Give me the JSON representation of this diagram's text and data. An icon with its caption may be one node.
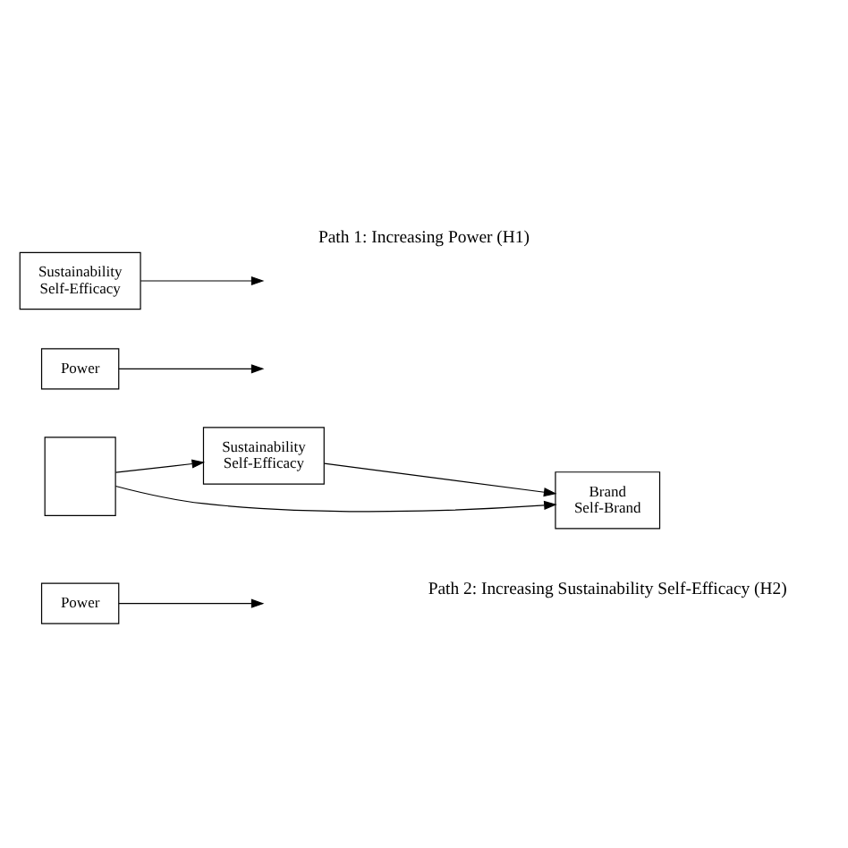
{
  "diagram": {
    "title": "Path 1: Increasing Power (H1)",
    "caption": "Path 2: Increasing Sustainability Self-Efficacy (H2)",
    "nodes": [
      {
        "text": [
          "Power"
        ]
      },
      {
        "text": [
          "Sustainability Self-Efficacy"
        ]
      },
      {
        "text": [],
        "shape": "box"
      },
      {
        "text": [
          "Brand Self-Brand"
        ]
      },
      {
        "text": [
          "Power"
        ]
      },
      {
        "text": [
          "Sustainability Self-Efficacy"
        ]
      }
    ],
    "edges": [
      {
        "from": 2,
        "to": 1,
        "arrow": "to"
      },
      {
        "from": 0,
        "to": null,
        "arrow": "to"
      },
      {
        "from": 1,
        "to": 3,
        "arrow": "to"
      },
      {
        "from": 2,
        "to": 3,
        "arrow": "to"
      },
      {
        "from": 4,
        "to": null,
        "arrow": "to"
      },
      {
        "from": 5,
        "to": null,
        "arrow": "to"
      }
    ]
  }
}
